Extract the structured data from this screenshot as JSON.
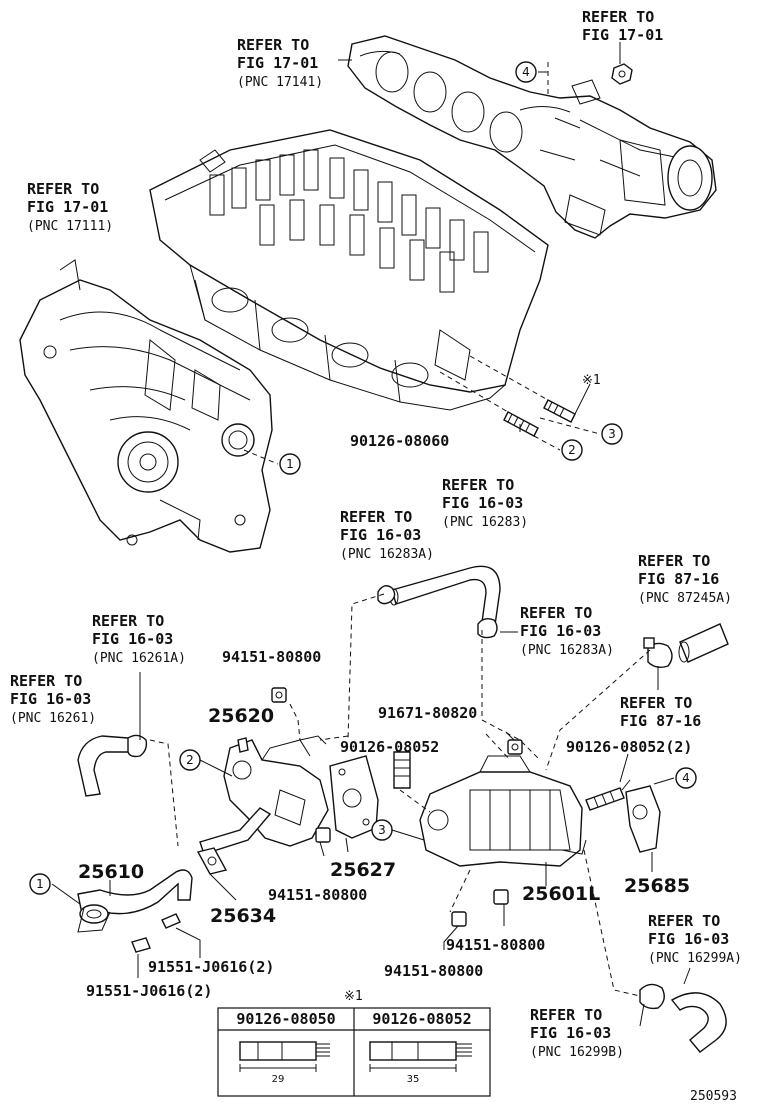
{
  "refs": {
    "top_right": {
      "line1": "REFER TO",
      "line2": "FIG 17-01"
    },
    "top_center": {
      "line1": "REFER TO",
      "line2": "FIG 17-01",
      "line3": "(PNC 17141)"
    },
    "top_left": {
      "line1": "REFER TO",
      "line2": "FIG 17-01",
      "line3": "(PNC 17111)"
    },
    "mid_16283": {
      "line1": "REFER TO",
      "line2": "FIG 16-03",
      "line3": "(PNC 16283)"
    },
    "mid_16283a_left": {
      "line1": "REFER TO",
      "line2": "FIG 16-03",
      "line3": "(PNC 16283A)"
    },
    "mid_16283a_right": {
      "line1": "REFER TO",
      "line2": "FIG 16-03",
      "line3": "(PNC 16283A)"
    },
    "right_87245a": {
      "line1": "REFER TO",
      "line2": "FIG 87-16",
      "line3": "(PNC 87245A)"
    },
    "right_87_16": {
      "line1": "REFER TO",
      "line2": "FIG 87-16"
    },
    "left_16261a": {
      "line1": "REFER TO",
      "line2": "FIG 16-03",
      "line3": "(PNC 16261A)"
    },
    "left_16261": {
      "line1": "REFER TO",
      "line2": "FIG 16-03",
      "line3": "(PNC 16261)"
    },
    "bottom_16299a": {
      "line1": "REFER TO",
      "line2": "FIG 16-03",
      "line3": "(PNC 16299A)"
    },
    "bottom_16299b": {
      "line1": "REFER TO",
      "line2": "FIG 16-03",
      "line3": "(PNC 16299B)"
    }
  },
  "part_numbers": {
    "p90126_08060": "90126-08060",
    "p94151_80800_top": "94151-80800",
    "p91671_80820": "91671-80820",
    "p90126_08052": "90126-08052",
    "p90126_08052_2": "90126-08052(2)",
    "p94151_80800_mid": "94151-80800",
    "p94151_80800_r1": "94151-80800",
    "p94151_80800_r2": "94151-80800",
    "p91551_j0616_a": "91551-J0616(2)",
    "p91551_j0616_b": "91551-J0616(2)"
  },
  "pnc_labels": {
    "pnc_25620": "25620",
    "pnc_25610": "25610",
    "pnc_25627": "25627",
    "pnc_25634": "25634",
    "pnc_25601l": "25601L",
    "pnc_25685": "25685"
  },
  "callouts": {
    "c1_top": "1",
    "c2_top": "2",
    "c3_top": "3",
    "c4_top": "4",
    "c2_mid": "2",
    "c1_bot": "1",
    "c3_mid": "3",
    "c4_mid": "4"
  },
  "note_mark": "※1",
  "stud_table": {
    "mark": "※1",
    "headers": [
      "90126-08050",
      "90126-08052"
    ],
    "dims": [
      "29",
      "35"
    ]
  },
  "figure_id": "250593"
}
